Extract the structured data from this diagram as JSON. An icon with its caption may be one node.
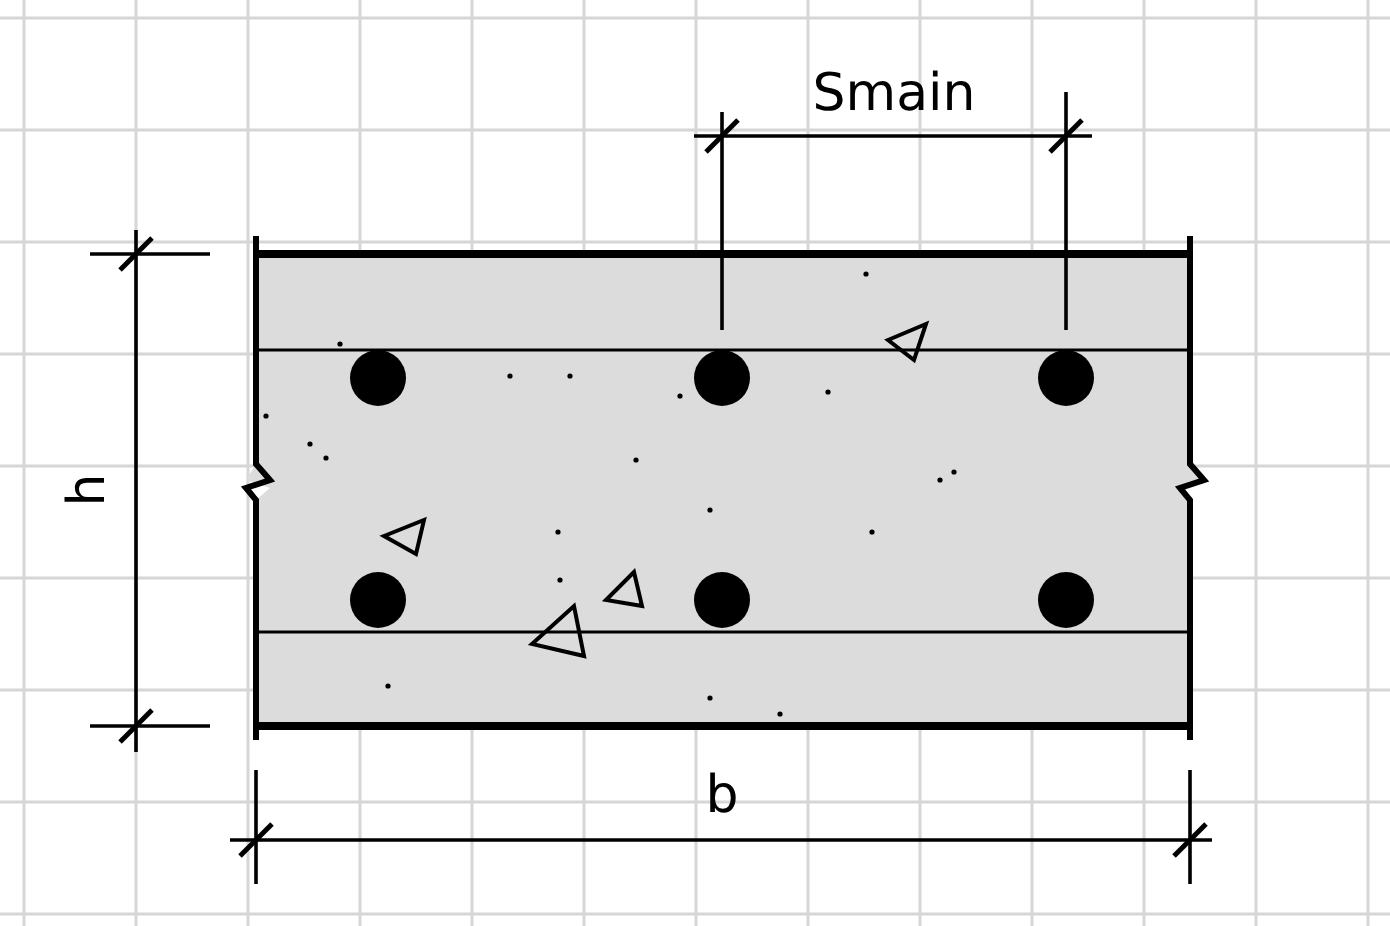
{
  "diagram": {
    "labels": [
      "Smain",
      "h",
      "b"
    ]
  }
}
